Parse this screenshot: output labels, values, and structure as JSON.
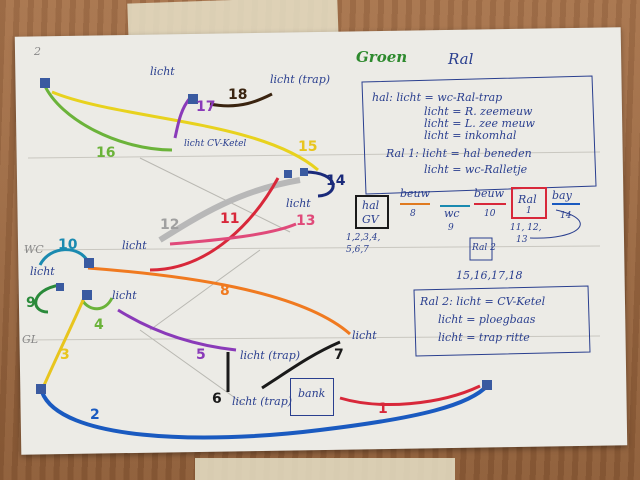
{
  "legend": {
    "green_title": "Groen",
    "ral_title": "Ral",
    "lines": [
      "hal: licht = wc-Ral-trap",
      "licht = R. zeemeuw",
      "licht = L. zee meuw",
      "licht = inkomhal"
    ],
    "ral1_lines": [
      "Ral 1: licht = hal beneden",
      "licht = wc-Ralletje"
    ],
    "ral2_lines": [
      "Ral 2: licht = CV-Ketel",
      "licht = ploegbaas",
      "licht = trap ritte"
    ]
  },
  "labels": {
    "top_licht": "licht",
    "top_trap": "licht (trap)",
    "cv_ketel": "licht CV-Ketel",
    "licht": "licht",
    "wc": "WC",
    "gl": "GL",
    "licht_trap": "licht (trap)",
    "bank": "bank",
    "page_num": "2"
  },
  "boxes": {
    "hal": "hal",
    "gv": "GV",
    "hal_nums": "1,2,3,4,",
    "hal_nums2": "5,6,7",
    "beuw": "beuw",
    "wc": "wc",
    "beuw2": "beuw",
    "ral": "Ral",
    "ral_sub": "1",
    "bay": "bay",
    "ral2": "Ral 2",
    "nums_a": "8",
    "nums_b": "9",
    "nums_c": "10",
    "nums_d": "11, 12,",
    "nums_e": "13",
    "nums_f": "14",
    "nums_g": "15,16,17,18"
  },
  "numbers": {
    "n1": "1",
    "n2": "2",
    "n3": "3",
    "n4": "4",
    "n5": "5",
    "n6": "6",
    "n7": "7",
    "n8": "8",
    "n9": "9",
    "n10": "10",
    "n11": "11",
    "n12": "12",
    "n13": "13",
    "n14": "14",
    "n15": "15",
    "n16": "16",
    "n17": "17",
    "n18": "18"
  }
}
